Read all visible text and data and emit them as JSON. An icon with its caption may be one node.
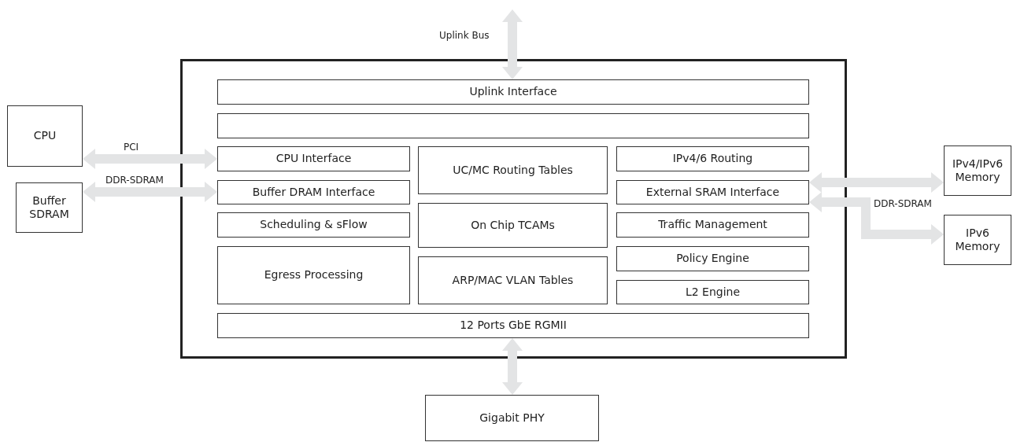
{
  "diagram": {
    "nodes": [
      {
        "text": [],
        "shape": "box"
      },
      {
        "text": [
          "Uplink Interface"
        ],
        "in": 0
      },
      {
        "text": [],
        "shape": "box",
        "in": 0
      },
      {
        "text": [
          "CPU Interface"
        ],
        "in": 0
      },
      {
        "text": [
          "Buffer DRAM Interface"
        ],
        "in": 0
      },
      {
        "text": [
          "Scheduling & sFlow"
        ],
        "in": 0
      },
      {
        "text": [
          "Egress Processing"
        ],
        "in": 0
      },
      {
        "text": [
          "UC/MC Routing Tables"
        ],
        "in": 0
      },
      {
        "text": [
          "On Chip TCAMs"
        ],
        "in": 0
      },
      {
        "text": [
          "ARP/MAC VLAN Tables"
        ],
        "in": 0
      },
      {
        "text": [
          "IPv4/6 Routing"
        ],
        "in": 0
      },
      {
        "text": [
          "External SRAM Interface"
        ],
        "in": 0
      },
      {
        "text": [
          "Traffic Management"
        ],
        "in": 0
      },
      {
        "text": [
          "Policy Engine"
        ],
        "in": 0
      },
      {
        "text": [
          "L2 Engine"
        ],
        "in": 0
      },
      {
        "text": [
          "12 Ports GbE RGMII"
        ],
        "in": 0
      },
      {
        "text": [
          "CPU"
        ]
      },
      {
        "text": [
          "Buffer SDRAM"
        ]
      },
      {
        "text": [
          "IPv4/IPv6 Memory"
        ]
      },
      {
        "text": [
          "IPv6 Memory"
        ]
      },
      {
        "text": [
          "Gigabit PHY"
        ]
      }
    ],
    "edges": [
      {
        "from": null,
        "to": 1,
        "arrow": "both",
        "label": "Uplink Bus"
      },
      {
        "from": 16,
        "to": 3,
        "arrow": "both",
        "label": "PCI"
      },
      {
        "from": 17,
        "to": 4,
        "arrow": "both",
        "label": "DDR-SDRAM"
      },
      {
        "from": 11,
        "to": 18,
        "arrow": "both"
      },
      {
        "from": 11,
        "to": 19,
        "arrow": "both",
        "label": "DDR-SDRAM"
      },
      {
        "from": 15,
        "to": 20,
        "arrow": "both"
      }
    ]
  }
}
